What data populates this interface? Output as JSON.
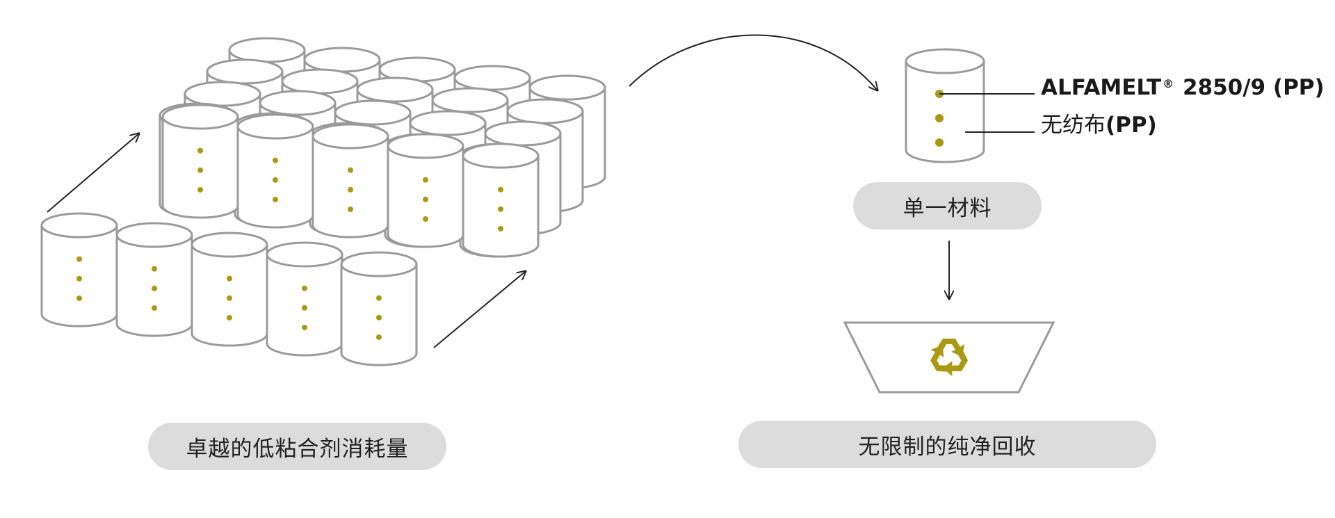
{
  "labels": {
    "left_pill": "卓越的低粘合剂消耗量",
    "right_bottom_pill": "无限制的纯净回收",
    "single_material_pill": "单一材料",
    "component_1_name": "ALFAMELT",
    "component_1_mark": "®",
    "component_1_code": "2850/9 (PP)",
    "component_2_name": "无纺布",
    "component_2_code": "(PP)"
  },
  "icons": {
    "recycle": "recycle-icon",
    "bin": "recycling-bin-icon",
    "roll": "roll-icon"
  },
  "colors": {
    "stroke": "#9a9a9a",
    "accent": "#a89a12",
    "pill_bg": "#dcdcdc",
    "arrow": "#222222"
  }
}
